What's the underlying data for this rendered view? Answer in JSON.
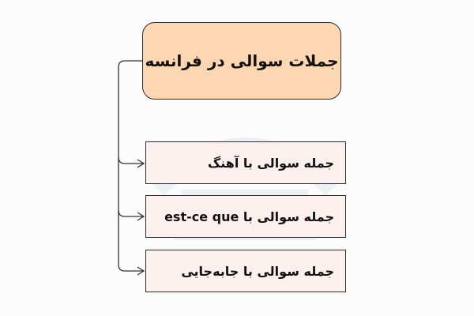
{
  "diagram": {
    "title": "جملات سوالی در فرانسه",
    "items": [
      {
        "label": "جمله سوالی با آهنگ"
      },
      {
        "label": "جمله سوالی با est-ce que"
      },
      {
        "label": "جمله سوالی با جابه‌جایی"
      }
    ]
  },
  "colors": {
    "title_fill": "#fdd7b1",
    "item_fill": "#fcf0ef",
    "stroke": "#2b2b2b",
    "background": "#fcfcfc"
  }
}
